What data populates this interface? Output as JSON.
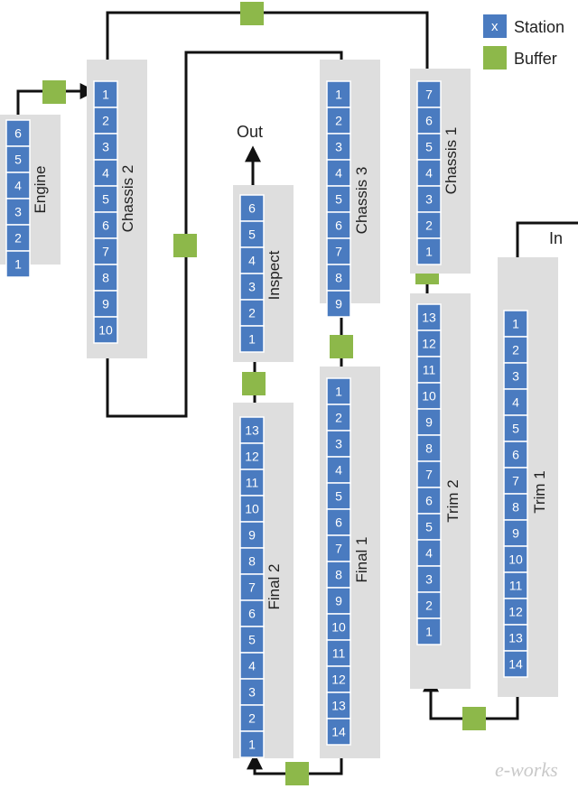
{
  "colors": {
    "station_fill": "#4a7bc0",
    "station_stroke": "#ffffff",
    "buffer_fill": "#8db84a",
    "panel_fill": "#dedede",
    "connector": "#111111",
    "text": "#222222"
  },
  "legend": {
    "station_symbol": "x",
    "station_label": "Station",
    "buffer_label": "Buffer"
  },
  "io": {
    "in_label": "In",
    "out_label": "Out"
  },
  "lines": [
    {
      "id": "engine",
      "name": "Engine",
      "stations": [
        "6",
        "5",
        "4",
        "3",
        "2",
        "1"
      ]
    },
    {
      "id": "chassis2",
      "name": "Chassis 2",
      "stations": [
        "1",
        "2",
        "3",
        "4",
        "5",
        "6",
        "7",
        "8",
        "9",
        "10"
      ]
    },
    {
      "id": "inspect",
      "name": "Inspect",
      "stations": [
        "6",
        "5",
        "4",
        "3",
        "2",
        "1"
      ]
    },
    {
      "id": "chassis3",
      "name": "Chassis 3",
      "stations": [
        "1",
        "2",
        "3",
        "4",
        "5",
        "6",
        "7",
        "8",
        "9"
      ]
    },
    {
      "id": "chassis1",
      "name": "Chassis 1",
      "stations": [
        "7",
        "6",
        "5",
        "4",
        "3",
        "2",
        "1"
      ]
    },
    {
      "id": "final2",
      "name": "Final 2",
      "stations": [
        "13",
        "12",
        "11",
        "10",
        "9",
        "8",
        "7",
        "6",
        "5",
        "4",
        "3",
        "2",
        "1"
      ]
    },
    {
      "id": "final1",
      "name": "Final 1",
      "stations": [
        "1",
        "2",
        "3",
        "4",
        "5",
        "6",
        "7",
        "8",
        "9",
        "10",
        "11",
        "12",
        "13",
        "14"
      ]
    },
    {
      "id": "trim2",
      "name": "Trim 2",
      "stations": [
        "13",
        "12",
        "11",
        "10",
        "9",
        "8",
        "7",
        "6",
        "5",
        "4",
        "3",
        "2",
        "1"
      ]
    },
    {
      "id": "trim1",
      "name": "Trim 1",
      "stations": [
        "1",
        "2",
        "3",
        "4",
        "5",
        "6",
        "7",
        "8",
        "9",
        "10",
        "11",
        "12",
        "13",
        "14"
      ]
    }
  ],
  "watermark": "e-works"
}
